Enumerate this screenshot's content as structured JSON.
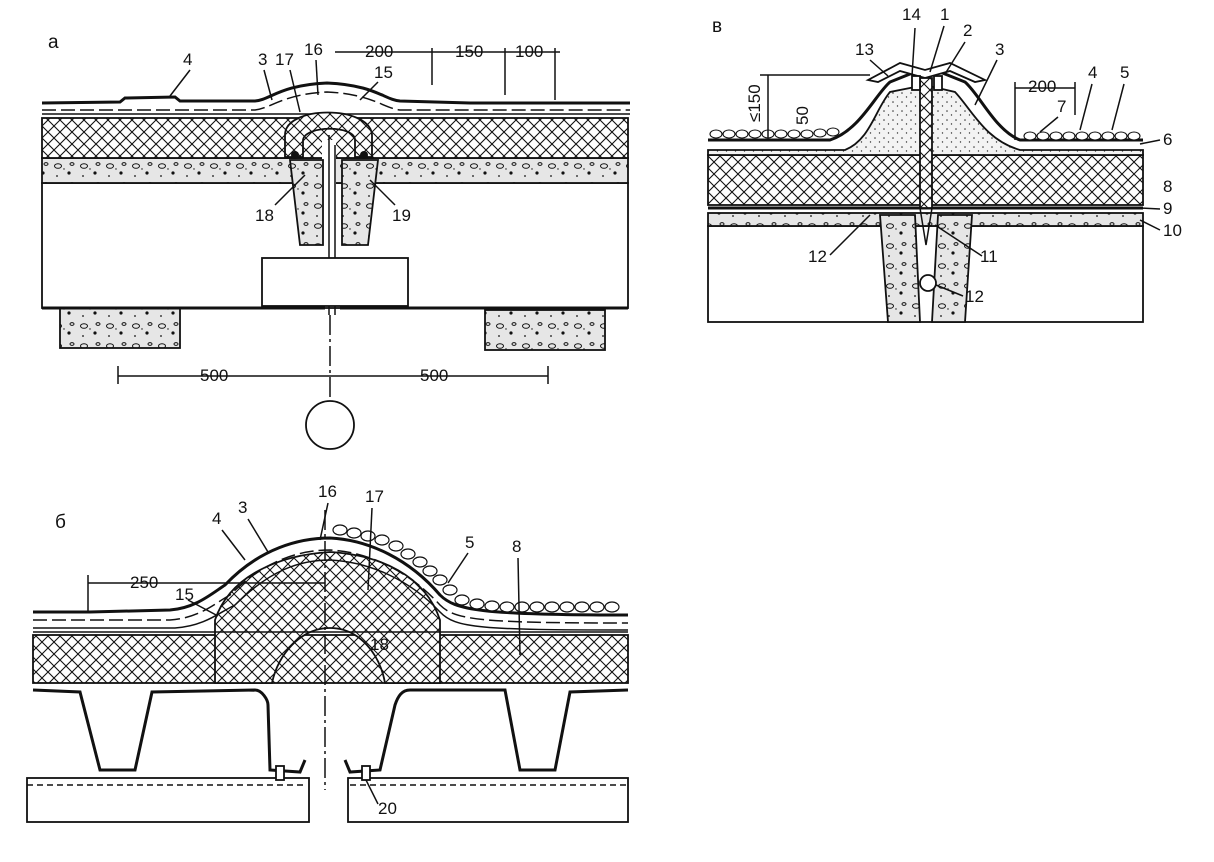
{
  "panels": {
    "a": {
      "letter": "а",
      "callouts": [
        "4",
        "3",
        "17",
        "16",
        "15",
        "18",
        "19"
      ],
      "dims_top": [
        "200",
        "150",
        "100"
      ],
      "dims_bottom": [
        "500",
        "500"
      ]
    },
    "b": {
      "letter": "б",
      "callouts": [
        "4",
        "3",
        "16",
        "17",
        "15",
        "5",
        "8",
        "18",
        "20"
      ],
      "dims": [
        "250"
      ]
    },
    "v": {
      "letter": "в",
      "callouts": [
        "14",
        "1",
        "2",
        "13",
        "3",
        "7",
        "4",
        "5",
        "6",
        "8",
        "9",
        "10",
        "11",
        "12",
        "12"
      ],
      "dims": [
        "≤150",
        "50",
        "200"
      ]
    }
  },
  "colors": {
    "ink": "#111111",
    "paper": "#ffffff",
    "concrete": "#e8e8e8"
  }
}
